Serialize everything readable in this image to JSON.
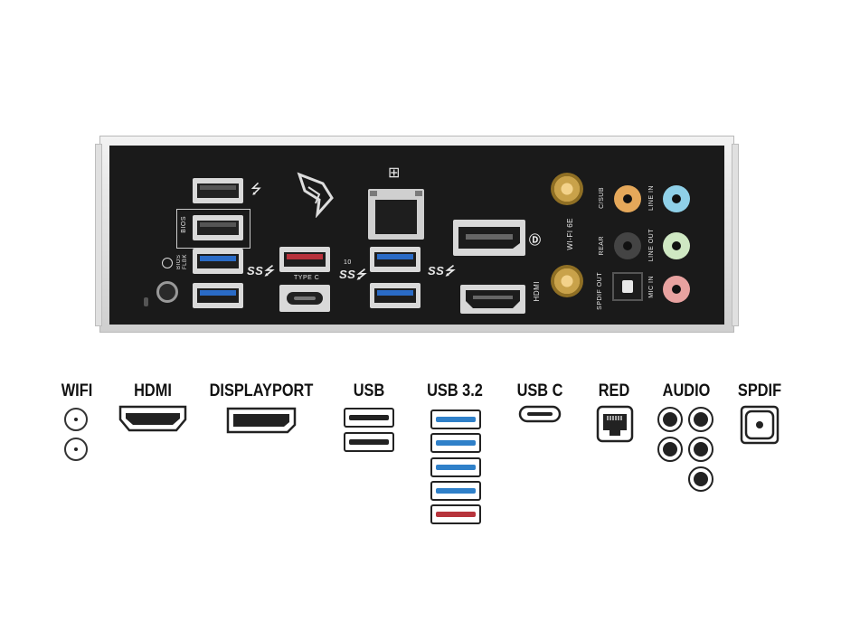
{
  "io_panel": {
    "labels": {
      "bios": "BIOS",
      "bios_flbk": "BIOS\nFLBK",
      "type_c": "TYPE C",
      "ss10": "10",
      "wifi_6e": "WI-FI 6E",
      "hdmi": "HDMI",
      "csub": "C/SUB",
      "rear": "REAR",
      "spdif_out": "SPDIF OUT",
      "line_in": "LINE IN",
      "line_out": "LINE OUT",
      "mic_in": "MIC IN"
    },
    "colors": {
      "plate": "#1a1a1a",
      "usb3_blue": "#2a6bc6",
      "usb_red": "#b8323c",
      "csub_orange": "#e5a85a",
      "line_in_blue": "#8fd0e8",
      "line_out_green": "#cfe8c3",
      "mic_pink": "#e8a2a0",
      "gold": "#c9a24a"
    }
  },
  "legend": {
    "wifi": "WIFI",
    "hdmi": "HDMI",
    "displayport": "DISPLAYPORT",
    "usb": "USB",
    "usb32": "USB 3.2",
    "usbc": "USB C",
    "red": "RED",
    "audio": "AUDIO",
    "spdif": "SPDIF"
  }
}
